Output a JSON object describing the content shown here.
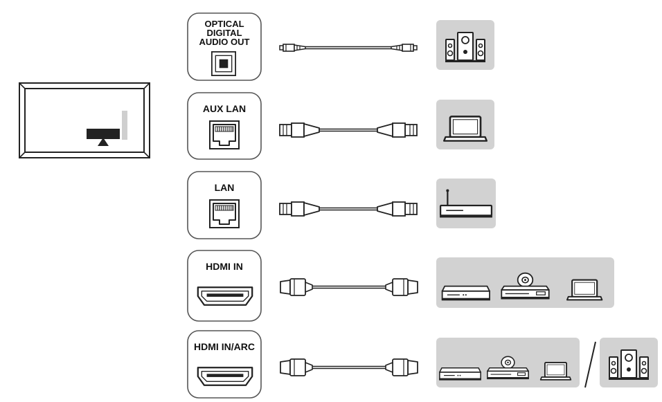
{
  "ports": [
    {
      "lines": [
        "OPTICAL",
        "DIGITAL",
        "AUDIO OUT"
      ],
      "connector": "optical-port-icon",
      "cable": "optical-cable",
      "devices": [
        "speaker-system-icon"
      ]
    },
    {
      "lines": [
        "AUX LAN"
      ],
      "connector": "rj45-port-icon",
      "cable": "lan-cable",
      "devices": [
        "laptop-icon"
      ]
    },
    {
      "lines": [
        "LAN"
      ],
      "connector": "rj45-port-icon",
      "cable": "lan-cable",
      "devices": [
        "router-icon"
      ]
    },
    {
      "lines": [
        "HDMI IN"
      ],
      "connector": "hdmi-port-icon",
      "cable": "hdmi-cable",
      "devices": [
        "set-top-box-icon",
        "disc-player-icon",
        "laptop-icon"
      ]
    },
    {
      "lines": [
        "HDMI IN/ARC"
      ],
      "connector": "hdmi-port-icon",
      "cable": "hdmi-cable",
      "devices": [
        "set-top-box-icon",
        "disc-player-icon",
        "laptop-icon"
      ],
      "alt_devices": [
        "speaker-system-icon"
      ]
    }
  ],
  "colors": {
    "device_panel": "#d2d2d2",
    "outline": "#222222",
    "port_box_border": "#555555"
  },
  "tv_icon": "tv-back-panel-icon"
}
